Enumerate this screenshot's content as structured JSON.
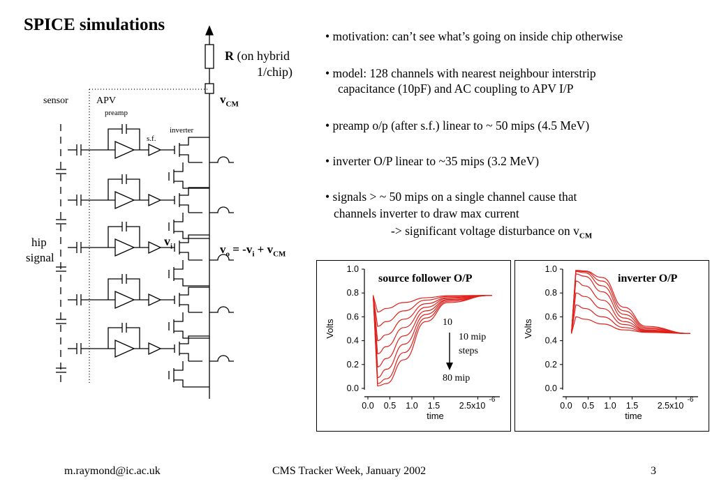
{
  "slide": {
    "title": "SPICE simulations",
    "bullets": [
      "motivation: can’t see what’s going on inside chip otherwise",
      "model: 128 channels with nearest neighbour interstrip",
      "capacitance (10pF) and AC coupling to APV I/P",
      "preamp o/p (after s.f.) linear to ~ 50 mips (4.5 MeV)",
      "inverter O/P linear to ~35 mips (3.2 MeV)",
      "signals  > ~ 50 mips on a single channel cause that",
      "channels inverter to draw max current",
      "-> significant voltage disturbance on v"
    ],
    "bullet_sub": "CM",
    "footer": {
      "left": "m.raymond@ic.ac.uk",
      "center": "CMS Tracker Week, January 2002",
      "page": "3"
    }
  },
  "diagram": {
    "r_label": "R",
    "r_note_1": "(on hybrid",
    "r_note_2": "1/chip)",
    "vcm": "v",
    "vcm_sub": "CM",
    "sensor": "sensor",
    "apv": "APV",
    "preamp": "preamp",
    "sf": "s.f.",
    "inverter": "inverter",
    "vi": "v",
    "vi_sub": "i",
    "hip_1": "hip",
    "hip_2": "signal",
    "vo_eq": {
      "a": "v",
      "a_sub": "o",
      "b": " =  -v",
      "b_sub": "i",
      "c": " + v",
      "c_sub": "CM"
    }
  },
  "chart_data": [
    {
      "type": "line",
      "title": "source follower O/P",
      "xlabel": "time",
      "ylabel": "Volts",
      "xlim": [
        0,
        3.0
      ],
      "ylim": [
        0,
        1.0
      ],
      "x_ticks": [
        "0.0",
        "0.5",
        "1.0",
        "1.5"
      ],
      "x_last_tick": "2.5x10",
      "x_exp": "-6",
      "y_ticks": [
        "0.0",
        "0.2",
        "0.4",
        "0.6",
        "0.8",
        "1.0"
      ],
      "annotation": {
        "start": "10",
        "step_1": "10 mip",
        "step_2": "steps",
        "end": "80 mip"
      },
      "color": "#e0201b",
      "series": [
        {
          "values": [
            0.78,
            0.64,
            0.67,
            0.72,
            0.76,
            0.777,
            0.78
          ]
        },
        {
          "values": [
            0.78,
            0.52,
            0.56,
            0.65,
            0.74,
            0.77,
            0.78
          ]
        },
        {
          "values": [
            0.78,
            0.4,
            0.45,
            0.58,
            0.71,
            0.76,
            0.78
          ]
        },
        {
          "values": [
            0.78,
            0.29,
            0.35,
            0.51,
            0.68,
            0.755,
            0.78
          ]
        },
        {
          "values": [
            0.78,
            0.18,
            0.25,
            0.44,
            0.65,
            0.745,
            0.78
          ]
        },
        {
          "values": [
            0.78,
            0.09,
            0.16,
            0.37,
            0.62,
            0.74,
            0.78
          ]
        },
        {
          "values": [
            0.78,
            0.04,
            0.08,
            0.3,
            0.59,
            0.73,
            0.78
          ]
        },
        {
          "values": [
            0.78,
            0.02,
            0.04,
            0.24,
            0.56,
            0.72,
            0.78
          ]
        }
      ],
      "x": [
        0.0,
        0.1,
        0.3,
        0.7,
        1.2,
        1.7,
        2.7
      ]
    },
    {
      "type": "line",
      "title": "inverter O/P",
      "xlabel": "time",
      "ylabel": "Volts",
      "xlim": [
        0,
        3.0
      ],
      "ylim": [
        0,
        1.0
      ],
      "x_ticks": [
        "0.0",
        "0.5",
        "1.0",
        "1.5"
      ],
      "x_last_tick": "2.5x10",
      "x_exp": "-6",
      "y_ticks": [
        "0.0",
        "0.2",
        "0.4",
        "0.6",
        "0.8",
        "1.0"
      ],
      "color": "#e0201b",
      "series": [
        {
          "values": [
            0.46,
            0.6,
            0.58,
            0.54,
            0.49,
            0.47,
            0.46
          ]
        },
        {
          "values": [
            0.46,
            0.7,
            0.67,
            0.6,
            0.51,
            0.475,
            0.46
          ]
        },
        {
          "values": [
            0.46,
            0.8,
            0.77,
            0.67,
            0.535,
            0.48,
            0.46
          ]
        },
        {
          "values": [
            0.46,
            0.9,
            0.86,
            0.74,
            0.56,
            0.485,
            0.46
          ]
        },
        {
          "values": [
            0.46,
            0.96,
            0.94,
            0.81,
            0.59,
            0.49,
            0.46
          ]
        },
        {
          "values": [
            0.46,
            0.98,
            0.97,
            0.86,
            0.62,
            0.5,
            0.46
          ]
        },
        {
          "values": [
            0.46,
            0.985,
            0.98,
            0.9,
            0.65,
            0.51,
            0.46
          ]
        },
        {
          "values": [
            0.46,
            0.99,
            0.985,
            0.93,
            0.68,
            0.52,
            0.46
          ]
        }
      ],
      "x": [
        0.0,
        0.1,
        0.3,
        0.7,
        1.2,
        1.7,
        2.7
      ]
    }
  ]
}
